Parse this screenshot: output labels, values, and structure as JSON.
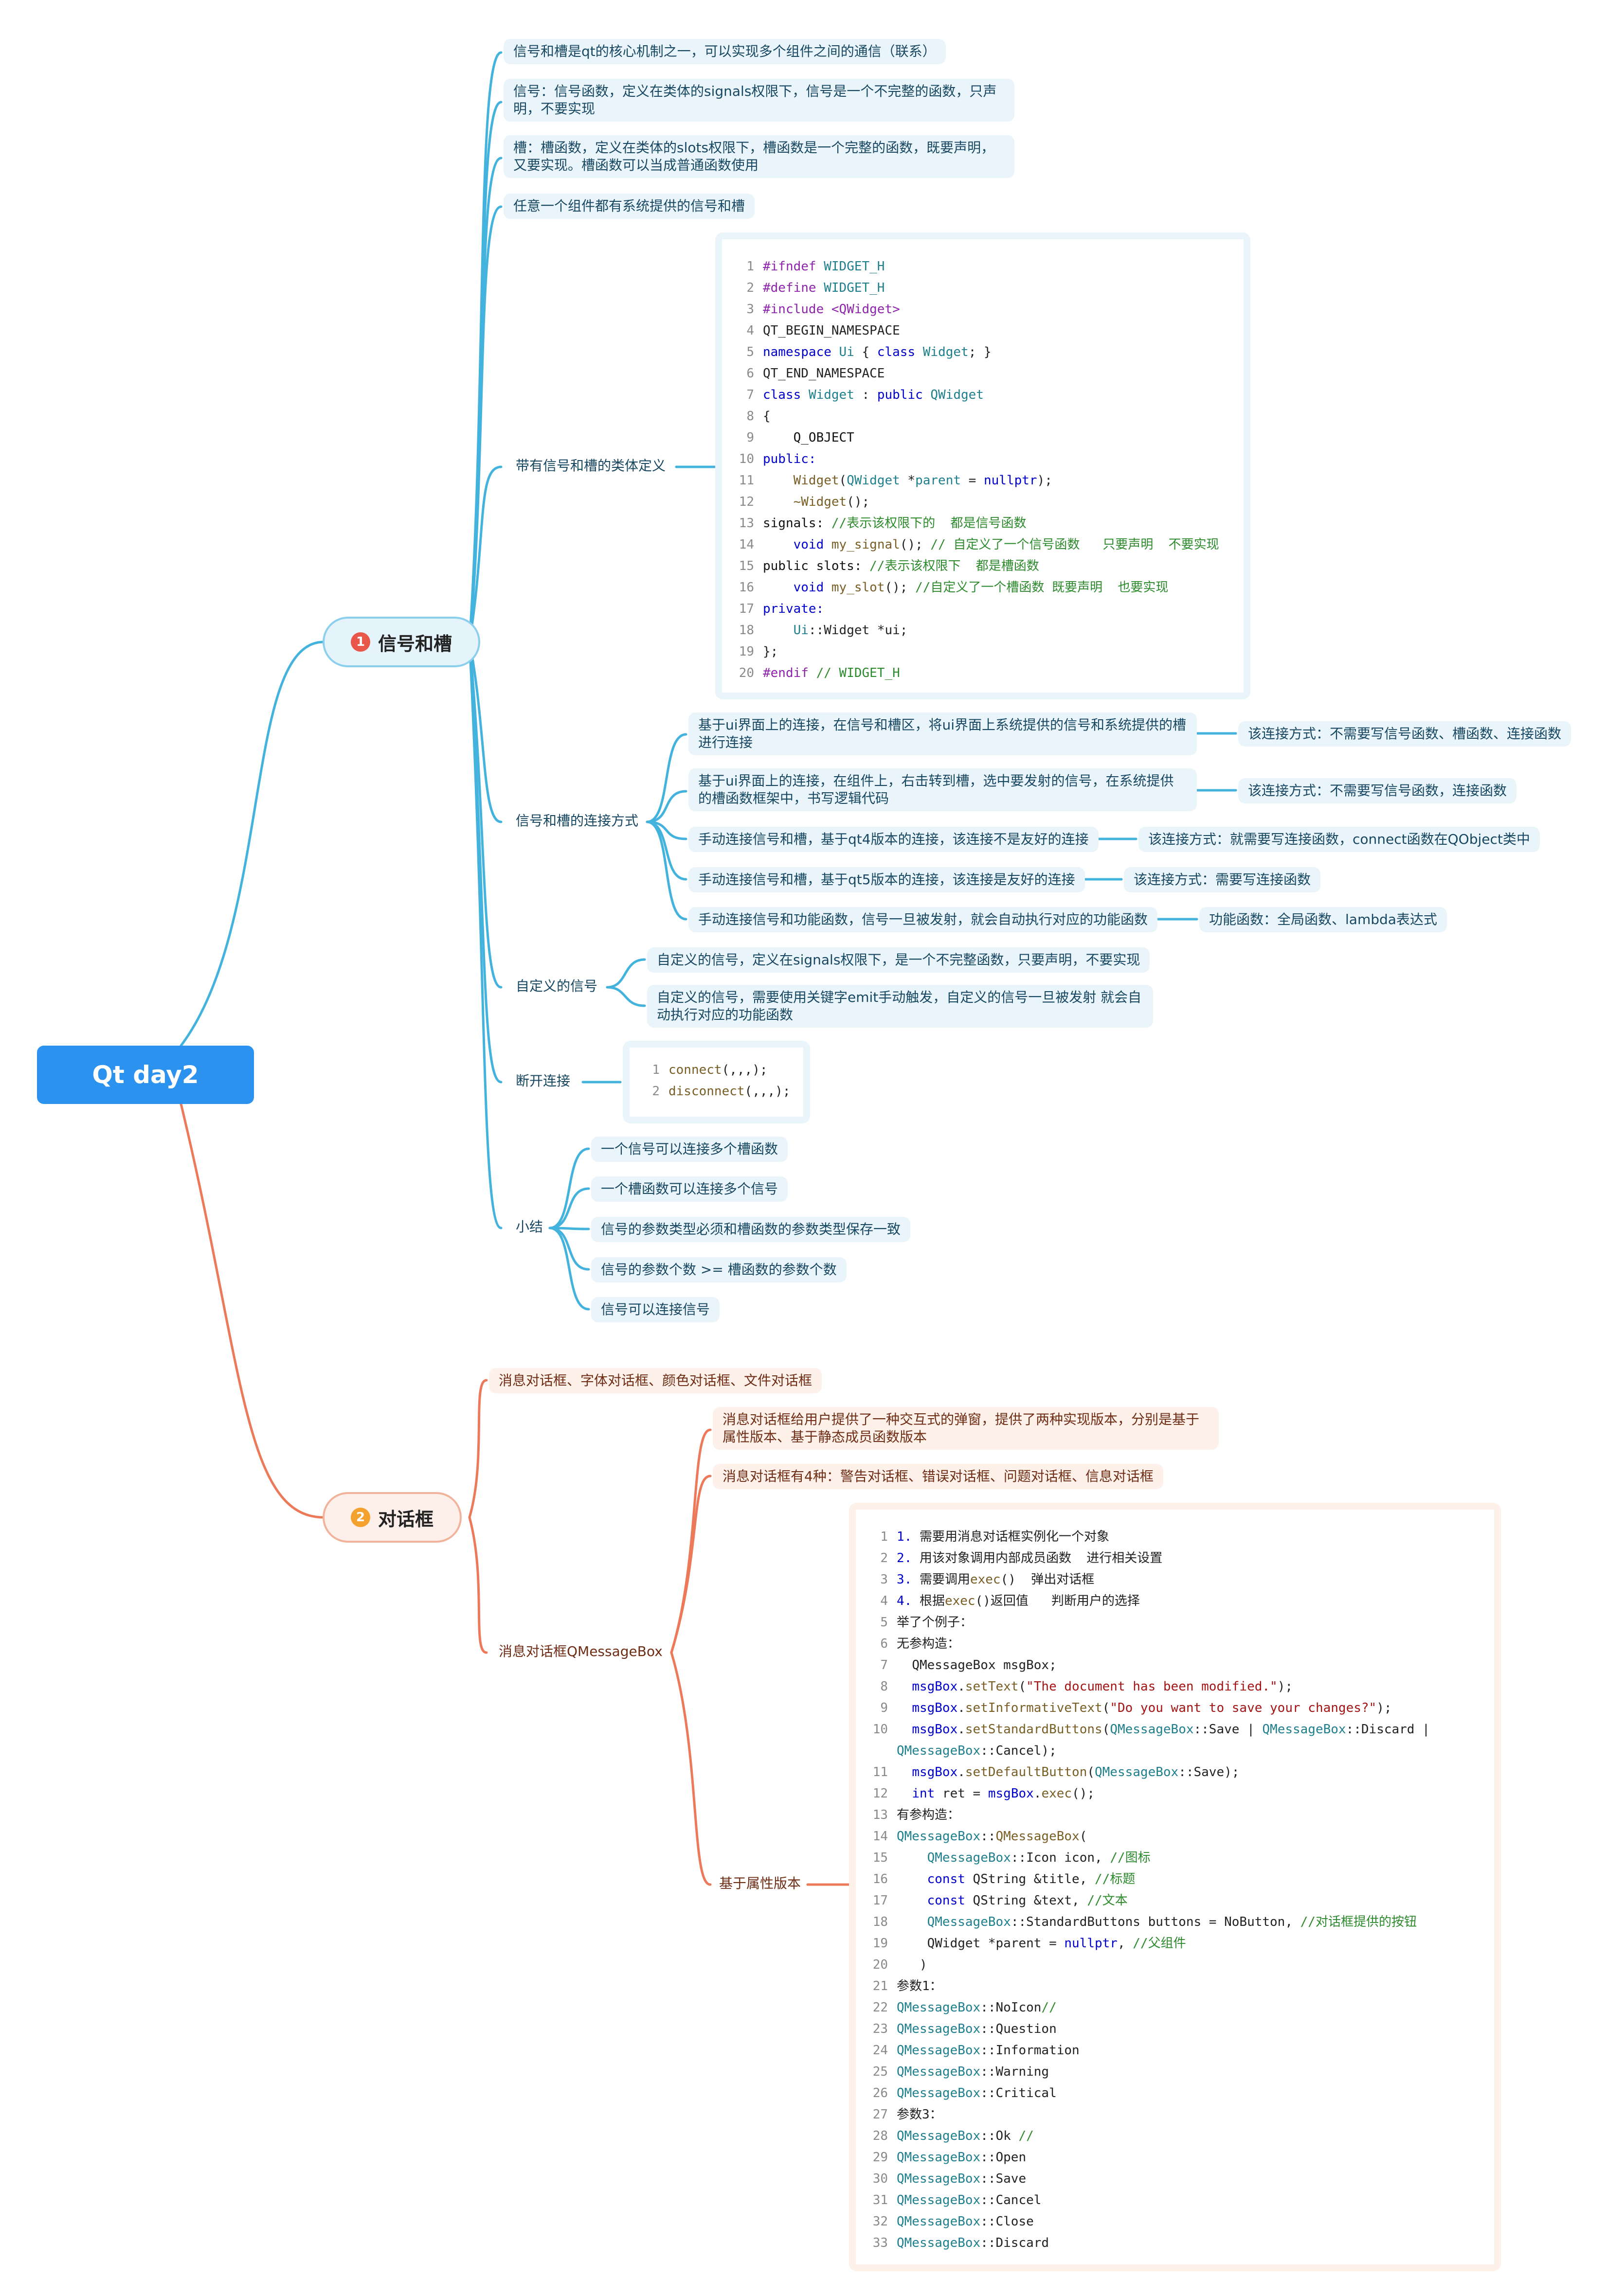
{
  "root": {
    "title": "Qt day2"
  },
  "branch1": {
    "number": "1",
    "title": "信号和槽",
    "items": {
      "intro": "信号和槽是qt的核心机制之一，可以实现多个组件之间的通信（联系）",
      "signal": "信号：信号函数，定义在类体的signals权限下，信号是一个不完整的函数，只声明，不要实现",
      "slot": "槽：槽函数，定义在类体的slots权限下，槽函数是一个完整的函数，既要声明，又要实现。槽函数可以当成普通函数使用",
      "every": "任意一个组件都有系统提供的信号和槽",
      "classdef": "带有信号和槽的类体定义",
      "connways": "信号和槽的连接方式",
      "custom": "自定义的信号",
      "disconnect": "断开连接",
      "summary": "小结"
    },
    "connect_ways": [
      {
        "text": "基于ui界面上的连接，在信号和槽区，将ui界面上系统提供的信号和系统提供的槽进行连接",
        "note": "该连接方式：不需要写信号函数、槽函数、连接函数"
      },
      {
        "text": "基于ui界面上的连接，在组件上，右击转到槽，选中要发射的信号，在系统提供的槽函数框架中，书写逻辑代码",
        "note": "该连接方式：不需要写信号函数，连接函数"
      },
      {
        "text": "手动连接信号和槽，基于qt4版本的连接，该连接不是友好的连接",
        "note": "该连接方式：就需要写连接函数，connect函数在QObject类中"
      },
      {
        "text": "手动连接信号和槽，基于qt5版本的连接，该连接是友好的连接",
        "note": "该连接方式：需要写连接函数"
      },
      {
        "text": "手动连接信号和功能函数，信号一旦被发射，就会自动执行对应的功能函数",
        "note": "功能函数：全局函数、lambda表达式"
      }
    ],
    "custom_signal": [
      "自定义的信号，定义在signals权限下，是一个不完整函数，只要声明，不要实现",
      "自定义的信号，需要使用关键字emit手动触发，自定义的信号一旦被发射 就会自动执行对应的功能函数"
    ],
    "summary_items": [
      "一个信号可以连接多个槽函数",
      "一个槽函数可以连接多个信号",
      "信号的参数类型必须和槽函数的参数类型保存一致",
      "信号的参数个数 >= 槽函数的参数个数",
      "信号可以连接信号"
    ],
    "widget_code": {
      "lines": [
        {
          "n": "1",
          "p": [
            "#ifndef",
            " WIDGET_H"
          ]
        },
        {
          "n": "2",
          "p": [
            "#define",
            " WIDGET_H"
          ]
        },
        {
          "n": "3",
          "p": [
            "#include",
            " <QWidget>"
          ]
        },
        {
          "n": "4",
          "p": [
            "QT_BEGIN_NAMESPACE"
          ]
        },
        {
          "n": "5",
          "p": [
            "namespace",
            " ",
            "Ui",
            " { ",
            "class",
            " ",
            "Widget",
            "; }"
          ]
        },
        {
          "n": "6",
          "p": [
            "QT_END_NAMESPACE"
          ]
        },
        {
          "n": "7",
          "p": [
            "class",
            " ",
            "Widget",
            " : ",
            "public",
            " ",
            "QWidget"
          ]
        },
        {
          "n": "8",
          "p": [
            "{"
          ]
        },
        {
          "n": "9",
          "p": [
            "    Q_OBJECT"
          ]
        },
        {
          "n": "10",
          "p": [
            "public:"
          ]
        },
        {
          "n": "11",
          "p": [
            "    ",
            "Widget",
            "(",
            "QWidget",
            " *",
            "parent",
            " = ",
            "nullptr",
            ");"
          ]
        },
        {
          "n": "12",
          "p": [
            "    ",
            "~Widget",
            "();"
          ]
        },
        {
          "n": "13",
          "p": [
            "signals:",
            " //表示该权限下的  都是信号函数"
          ]
        },
        {
          "n": "14",
          "p": [
            "    ",
            "void",
            " ",
            "my_signal",
            "(); ",
            "// 自定义了一个信号函数   只要声明  不要实现"
          ]
        },
        {
          "n": "15",
          "p": [
            "public slots:",
            " //表示该权限下  都是槽函数"
          ]
        },
        {
          "n": "16",
          "p": [
            "    ",
            "void",
            " ",
            "my_slot",
            "(); ",
            "//自定义了一个槽函数 既要声明  也要实现"
          ]
        },
        {
          "n": "17",
          "p": [
            "private:"
          ]
        },
        {
          "n": "18",
          "p": [
            "    ",
            "Ui",
            "::Widget *ui;"
          ]
        },
        {
          "n": "19",
          "p": [
            "};"
          ]
        },
        {
          "n": "20",
          "p": [
            "#endif",
            " // WIDGET_H"
          ]
        }
      ]
    },
    "disconnect_code": {
      "lines": [
        {
          "n": "1",
          "p": [
            "connect",
            "(,,,);"
          ]
        },
        {
          "n": "2",
          "p": [
            "disconnect",
            "(,,,);"
          ]
        }
      ]
    }
  },
  "branch2": {
    "number": "2",
    "title": "对话框",
    "items": {
      "types": "消息对话框、字体对话框、颜色对话框、文件对话框",
      "qmessagebox": "消息对话框QMessageBox",
      "desc": "消息对话框给用户提供了一种交互式的弹窗，提供了两种实现版本，分别是基于属性版本、基于静态成员函数版本",
      "kinds": "消息对话框有4种：警告对话框、错误对话框、问题对话框、信息对话框",
      "attr": "基于属性版本"
    },
    "msgbox_code": {
      "lines": [
        {
          "n": "1",
          "p": [
            "1.",
            " 需要用消息对话框实例化一个对象"
          ]
        },
        {
          "n": "2",
          "p": [
            "2.",
            " 用该对象调用内部成员函数  进行相关设置"
          ]
        },
        {
          "n": "3",
          "p": [
            "3.",
            " 需要调用",
            "exec",
            "()  弹出对话框"
          ]
        },
        {
          "n": "4",
          "p": [
            "4.",
            " 根据",
            "exec",
            "()返回值   判断用户的选择"
          ]
        },
        {
          "n": "5",
          "p": [
            "举了个例子："
          ]
        },
        {
          "n": "6",
          "p": [
            "无参构造："
          ]
        },
        {
          "n": "7",
          "p": [
            "  QMessageBox msgBox;"
          ]
        },
        {
          "n": "8",
          "p": [
            "  ",
            "msgBox",
            ".",
            "setText",
            "(",
            "\"The document has been modified.\"",
            ");"
          ]
        },
        {
          "n": "9",
          "p": [
            "  ",
            "msgBox",
            ".",
            "setInformativeText",
            "(",
            "\"Do you want to save your changes?\"",
            ");"
          ]
        },
        {
          "n": "10",
          "p": [
            "  ",
            "msgBox",
            ".",
            "setStandardButtons",
            "(",
            "QMessageBox",
            "::Save | ",
            "QMessageBox",
            "::Discard | ",
            "QMessageBox",
            "::Cancel);"
          ]
        },
        {
          "n": "11",
          "p": [
            "  ",
            "msgBox",
            ".",
            "setDefaultButton",
            "(",
            "QMessageBox",
            "::Save);"
          ]
        },
        {
          "n": "12",
          "p": [
            "  ",
            "int",
            " ret = ",
            "msgBox",
            ".",
            "exec",
            "();"
          ]
        },
        {
          "n": "13",
          "p": [
            "有参构造："
          ]
        },
        {
          "n": "14",
          "p": [
            "QMessageBox",
            "::",
            "QMessageBox",
            "("
          ]
        },
        {
          "n": "15",
          "p": [
            "    ",
            "QMessageBox",
            "::Icon icon, ",
            "//图标"
          ]
        },
        {
          "n": "16",
          "p": [
            "    ",
            "const",
            " QString &title, ",
            "//标题"
          ]
        },
        {
          "n": "17",
          "p": [
            "    ",
            "const",
            " QString &text, ",
            "//文本"
          ]
        },
        {
          "n": "18",
          "p": [
            "    ",
            "QMessageBox",
            "::StandardButtons buttons = NoButton, ",
            "//对话框提供的按钮"
          ]
        },
        {
          "n": "19",
          "p": [
            "    QWidget *parent = ",
            "nullptr",
            ", ",
            "//父组件"
          ]
        },
        {
          "n": "20",
          "p": [
            "   )"
          ]
        },
        {
          "n": "21",
          "p": [
            "参数1："
          ]
        },
        {
          "n": "22",
          "p": [
            "QMessageBox",
            "::NoIcon",
            "//"
          ]
        },
        {
          "n": "23",
          "p": [
            "QMessageBox",
            "::Question"
          ]
        },
        {
          "n": "24",
          "p": [
            "QMessageBox",
            "::Information"
          ]
        },
        {
          "n": "25",
          "p": [
            "QMessageBox",
            "::Warning"
          ]
        },
        {
          "n": "26",
          "p": [
            "QMessageBox",
            "::Critical"
          ]
        },
        {
          "n": "27",
          "p": [
            "参数3："
          ]
        },
        {
          "n": "28",
          "p": [
            "QMessageBox",
            "::Ok ",
            "//"
          ]
        },
        {
          "n": "29",
          "p": [
            "QMessageBox",
            "::Open"
          ]
        },
        {
          "n": "30",
          "p": [
            "QMessageBox",
            "::Save"
          ]
        },
        {
          "n": "31",
          "p": [
            "QMessageBox",
            "::Cancel"
          ]
        },
        {
          "n": "32",
          "p": [
            "QMessageBox",
            "::Close"
          ]
        },
        {
          "n": "33",
          "p": [
            "QMessageBox",
            "::Discard"
          ]
        }
      ]
    }
  },
  "colors": {
    "blue_branch": "#43b3de",
    "orange_branch": "#ec7a5a",
    "root_fill": "#2b92f0"
  }
}
